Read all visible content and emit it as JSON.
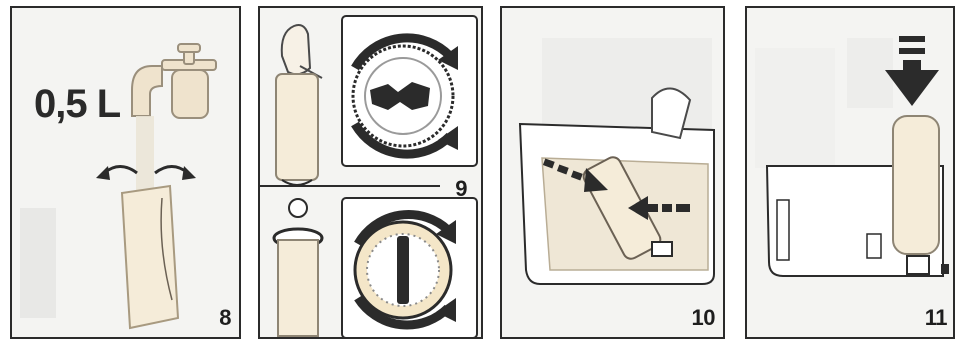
{
  "panels": [
    {
      "step": "8",
      "volume": "0,5 L"
    },
    {
      "step": "9"
    },
    {
      "step": "10"
    },
    {
      "step": "11"
    }
  ],
  "colors": {
    "frame": "#2b2b2b",
    "ink": "#1e1e1e",
    "panel_bg": "#f4f4f2",
    "filter_fill": "#f5ecd9",
    "arrow": "#2b2b2b"
  }
}
